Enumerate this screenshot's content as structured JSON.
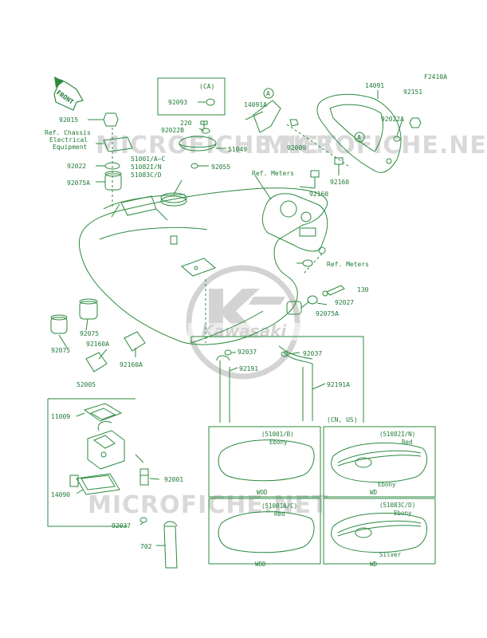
{
  "figure_code": "F2410A",
  "front_label": "FRONT",
  "watermarks": [
    "MICROFICHE.NET",
    "MICROFICHE.NET",
    "MICROFICHE.NET"
  ],
  "logo_text": "Kawasaki",
  "colors": {
    "ink": "#2b8a3e",
    "watermark": "#d9d9d9"
  },
  "parts": {
    "p92015": "92015",
    "ref_chassis": [
      "Ref. Chassis",
      "Electrical",
      "Equipment"
    ],
    "p92022": "92022",
    "p92075A": "92075A",
    "ca_box": {
      "title": "(CA)",
      "part": "92093"
    },
    "p220": "220",
    "p92022B": "92022B",
    "p51049": "51049",
    "p51001": [
      "51001/A~C",
      "51082I/N",
      "51083C/D"
    ],
    "p92055": "92055",
    "p14091A": "14091A",
    "marker_A": "A",
    "p14091": "14091",
    "p92151": "92151",
    "p92022A": "92022A",
    "p92009": "92009",
    "ref_meters_top": "Ref. Meters",
    "p92160_a": "92160",
    "p92160_b": "92160",
    "ref_meters_bottom": "Ref. Meters",
    "p130": "130",
    "p92027": "92027",
    "p92075A_right": "92075A",
    "p92075_left": "92075",
    "p92075": "92075",
    "p92160A_a": "92160A",
    "p92160A_b": "92160A",
    "p92037_a": "92037",
    "p92037_b": "92037",
    "p92191": "92191",
    "p92191A": "92191A",
    "cn_us": "(CN, US)",
    "p52005": "52005",
    "p11009": "11009",
    "p92001": "92001",
    "p14090": "14090",
    "p92037_c": "92037",
    "p702": "702"
  },
  "variants": [
    {
      "code": "(51001/B)",
      "color": "Ebony",
      "footer": "WOD"
    },
    {
      "code": "(51082I/N)",
      "color": "Red",
      "color2": "Ebony",
      "footer": "WD"
    },
    {
      "code": "(51001A/C)",
      "color": "Red",
      "footer": "WOD"
    },
    {
      "code": "(51083C/D)",
      "color": "Ebony",
      "color2": "Silver",
      "footer": "WD"
    }
  ]
}
